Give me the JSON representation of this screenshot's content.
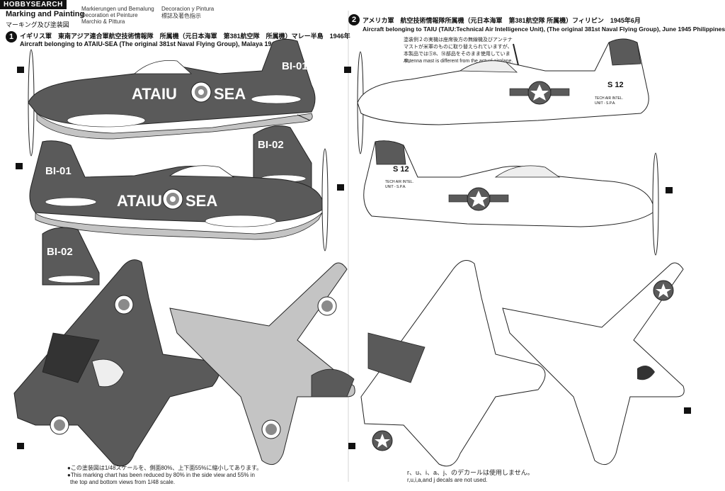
{
  "logo": "HOBBYSEARCH",
  "header": {
    "title_en": "Marking and Painting",
    "title_ja": "マーキング及び塗装図",
    "langs": [
      "Markierungen und Bemalung",
      "Decoration et Peinture",
      "Marchio & Pittura",
      "Decoracion y Pintura",
      "標誌及著色指示"
    ]
  },
  "section1": {
    "number": "1",
    "title_ja": "イギリス軍　東南アジア連合軍航空技術情報隊　所属機（元日本海軍　第381航空隊　所属機）マレー半島　1946年",
    "title_en": "Aircraft belonging to ATAIU-SEA (The original 381st Naval Flying Group), Malaya 1946",
    "fuselage_text_a": "ATAIU",
    "fuselage_text_b": "SEA",
    "tail_code_1": "BI-01",
    "tail_code_2": "BI-02"
  },
  "section2": {
    "number": "2",
    "title_ja": "アメリカ軍　航空技術情報隊所属機（元日本海軍　第381航空隊 所属機）フィリピン　1945年6月",
    "title_en": "Aircraft belonging to TAIU (TAIU:Technical Air Intelligence Unit), (The original 381st Naval Flying Group), June 1945 Philippines",
    "note_ja": "塗装例２の実機は座席後方の無線機及びアンテナマストが米軍のものに取り替えられていますが、本製品では⑤8、⑭部品をそのまま使用しています。",
    "note_en": "Antenna mast is different from the actual airplane.",
    "tail_code": "S 12",
    "tail_text_1": "TECH AIR INTEL.",
    "tail_text_2": "UNIT - S.P.A."
  },
  "footer": {
    "left_ja": "●この塗装図は1/48スケールを、側面80%、上下面55%に縮小してあります。",
    "left_en_1": "●This marking chart has been reduced by 80% in the side view and 55% in",
    "left_en_2": "the top and bottom views from 1/48 scale.",
    "right_ja": "r、u、i、a、j、のデカールは使用しません。",
    "right_en": "r,u,i,a,and j decals are not used."
  },
  "colors": {
    "dark_green": "#5a5a5a",
    "light_grey": "#c4c4c4",
    "white": "#ffffff",
    "roundel": "#8a8a8a"
  }
}
